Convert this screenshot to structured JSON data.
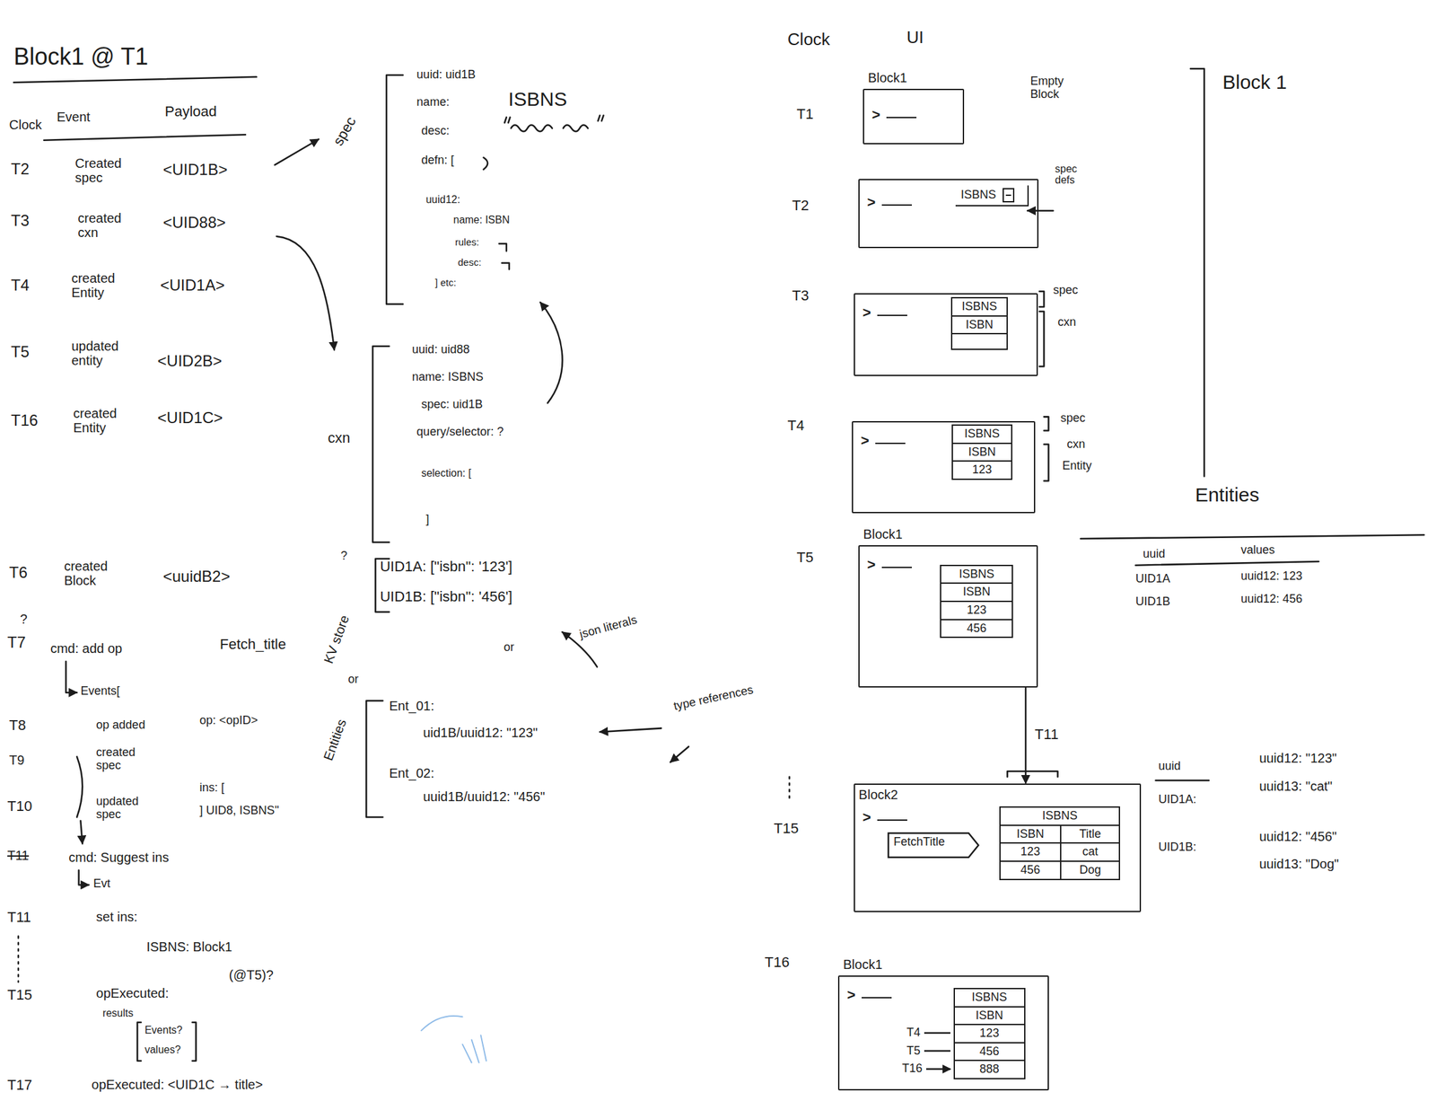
{
  "diagram": {
    "nodes": [
      {
        "text": [
          "Block1",
          ">"
        ]
      },
      {
        "text": [
          ">"
        ]
      },
      {
        "text": [
          "ISBNS"
        ],
        "in": 1
      },
      {
        "text": [
          ">"
        ]
      },
      {
        "text": [
          "ISBNS",
          "ISBN"
        ],
        "in": 3
      },
      {
        "text": [
          ">"
        ]
      },
      {
        "text": [
          "ISBNS",
          "ISBN",
          "123"
        ],
        "in": 5
      },
      {
        "text": [
          "Block1",
          ">"
        ]
      },
      {
        "text": [
          "ISBNS",
          "ISBN",
          "123",
          "456"
        ],
        "in": 7
      },
      {
        "text": [
          "Block2",
          ">"
        ]
      },
      {
        "text": [
          "FetchTitle"
        ],
        "in": 9
      },
      {
        "text": [
          "ISBNS",
          "ISBN",
          "Title",
          "123",
          "cat",
          "456",
          "Dog"
        ],
        "in": 9
      },
      {
        "text": [
          "Block1",
          ">"
        ]
      },
      {
        "text": [
          "ISBNS",
          "ISBN",
          "123",
          "456",
          "888"
        ],
        "in": 12
      }
    ],
    "edges": [
      {
        "from": 7,
        "to": 9,
        "arrow": "to",
        "label": "T11"
      }
    ],
    "labels": [
      "Block1 @ T1",
      "Clock",
      "Event",
      "Payload",
      "T2",
      "Created spec",
      "<UID1B>",
      "T3",
      "created cxn",
      "<UID88>",
      "T4",
      "created Entity",
      "<UID1A>",
      "T5",
      "updated entity",
      "<UID2B>",
      "T16",
      "created Entity",
      "<UID1C>",
      "spec",
      "uuid: uid1B",
      "name:",
      "ISBNS",
      "desc:",
      "defn: [",
      "uuid12:",
      "name: ISBN",
      "rules:",
      "desc:",
      "] etc:",
      "cxn",
      "uuid: uid88",
      "name: ISBNS",
      "spec: uid1B",
      "query/selector: ?",
      "selection: [",
      "]",
      "T6",
      "created Block",
      "<uuidB2>",
      "?",
      "T7",
      "cmd: add op",
      "Fetch_title",
      "Events[",
      "T8",
      "op added",
      "op: <opID>",
      "T9",
      "created spec",
      "T10",
      "updated spec",
      "ins: [",
      "] UID8, ISBNS\"",
      "T11",
      "cmd: Suggest ins",
      "Evt",
      "T11",
      "set ins:",
      "ISBNS: Block1",
      "(@T5)?",
      "T15",
      "opExecuted:",
      "results",
      "Events?",
      "values?",
      "T17",
      "opExecuted: <UID1C → title>",
      "?",
      "KV store",
      "UID1A: [\"isbn\": '123']",
      "UID1B: [\"isbn\": '456']",
      "or",
      "json literals",
      "or",
      "Entities",
      "Ent_01:",
      "uid1B/uuid12: \"123\"",
      "Ent_02:",
      "uuid1B/uuid12: \"456\"",
      "type references",
      "Clock",
      "UI",
      "T1",
      "Empty Block",
      "T2",
      "spec defs",
      "T3",
      "spec",
      "cxn",
      "T4",
      "spec",
      "cxn",
      "Entity",
      "Block 1",
      "Entities",
      "uuid",
      "values",
      "UID1A",
      "uuid12: 123",
      "UID1B",
      "uuid12: 456",
      "T5",
      "T15",
      "uuid",
      "UID1A:",
      "uuid12: \"123\"",
      "uuid13: \"cat\"",
      "UID1B:",
      "uuid12: \"456\"",
      "uuid13: \"Dog\"",
      "T16",
      "T4",
      "T5",
      "T16"
    ]
  }
}
